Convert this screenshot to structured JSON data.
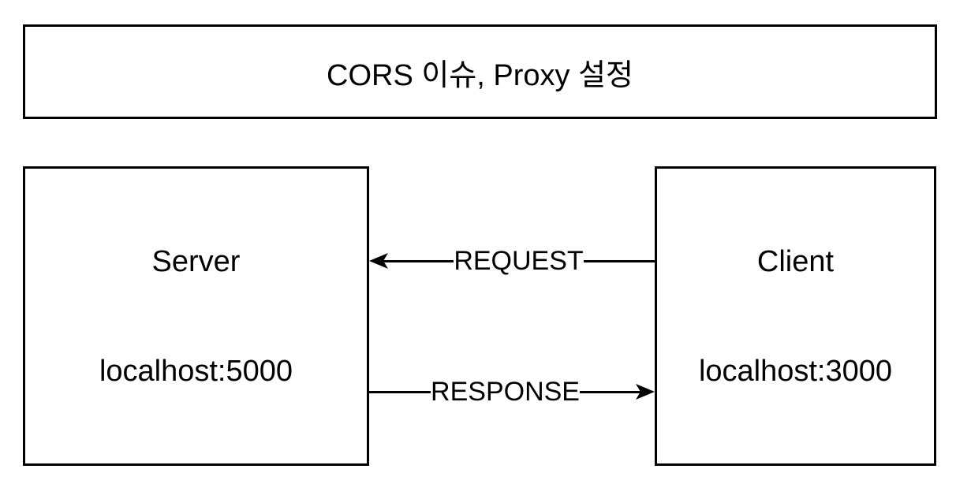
{
  "diagram": {
    "title": "CORS 이슈, Proxy 설정",
    "nodes": [
      {
        "id": "server",
        "label": "Server",
        "sublabel": "localhost:5000"
      },
      {
        "id": "client",
        "label": "Client",
        "sublabel": "localhost:3000"
      }
    ],
    "edges": [
      {
        "label": "REQUEST",
        "from": "client",
        "to": "server",
        "direction": "left"
      },
      {
        "label": "RESPONSE",
        "from": "server",
        "to": "client",
        "direction": "right"
      }
    ],
    "colors": {
      "stroke": "#000000",
      "text": "#000000",
      "background": "#ffffff"
    }
  }
}
